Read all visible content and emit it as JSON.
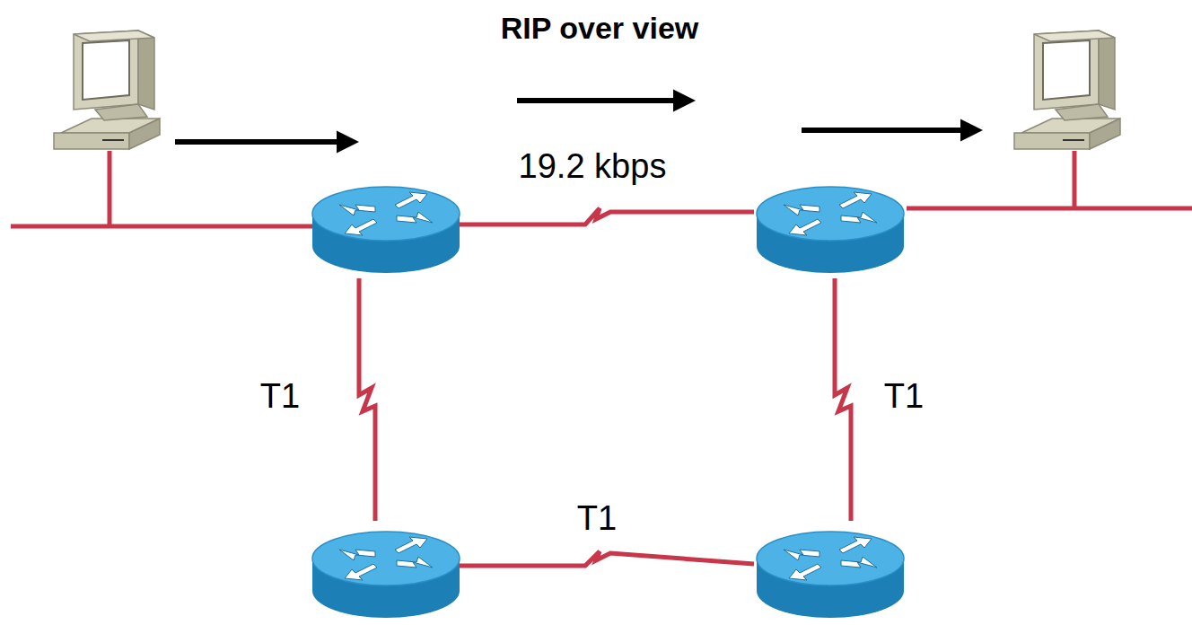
{
  "diagram": {
    "title": "RIP over view",
    "labels": [
      "19.2 kbps",
      "T1",
      "T1",
      "T1"
    ]
  }
}
